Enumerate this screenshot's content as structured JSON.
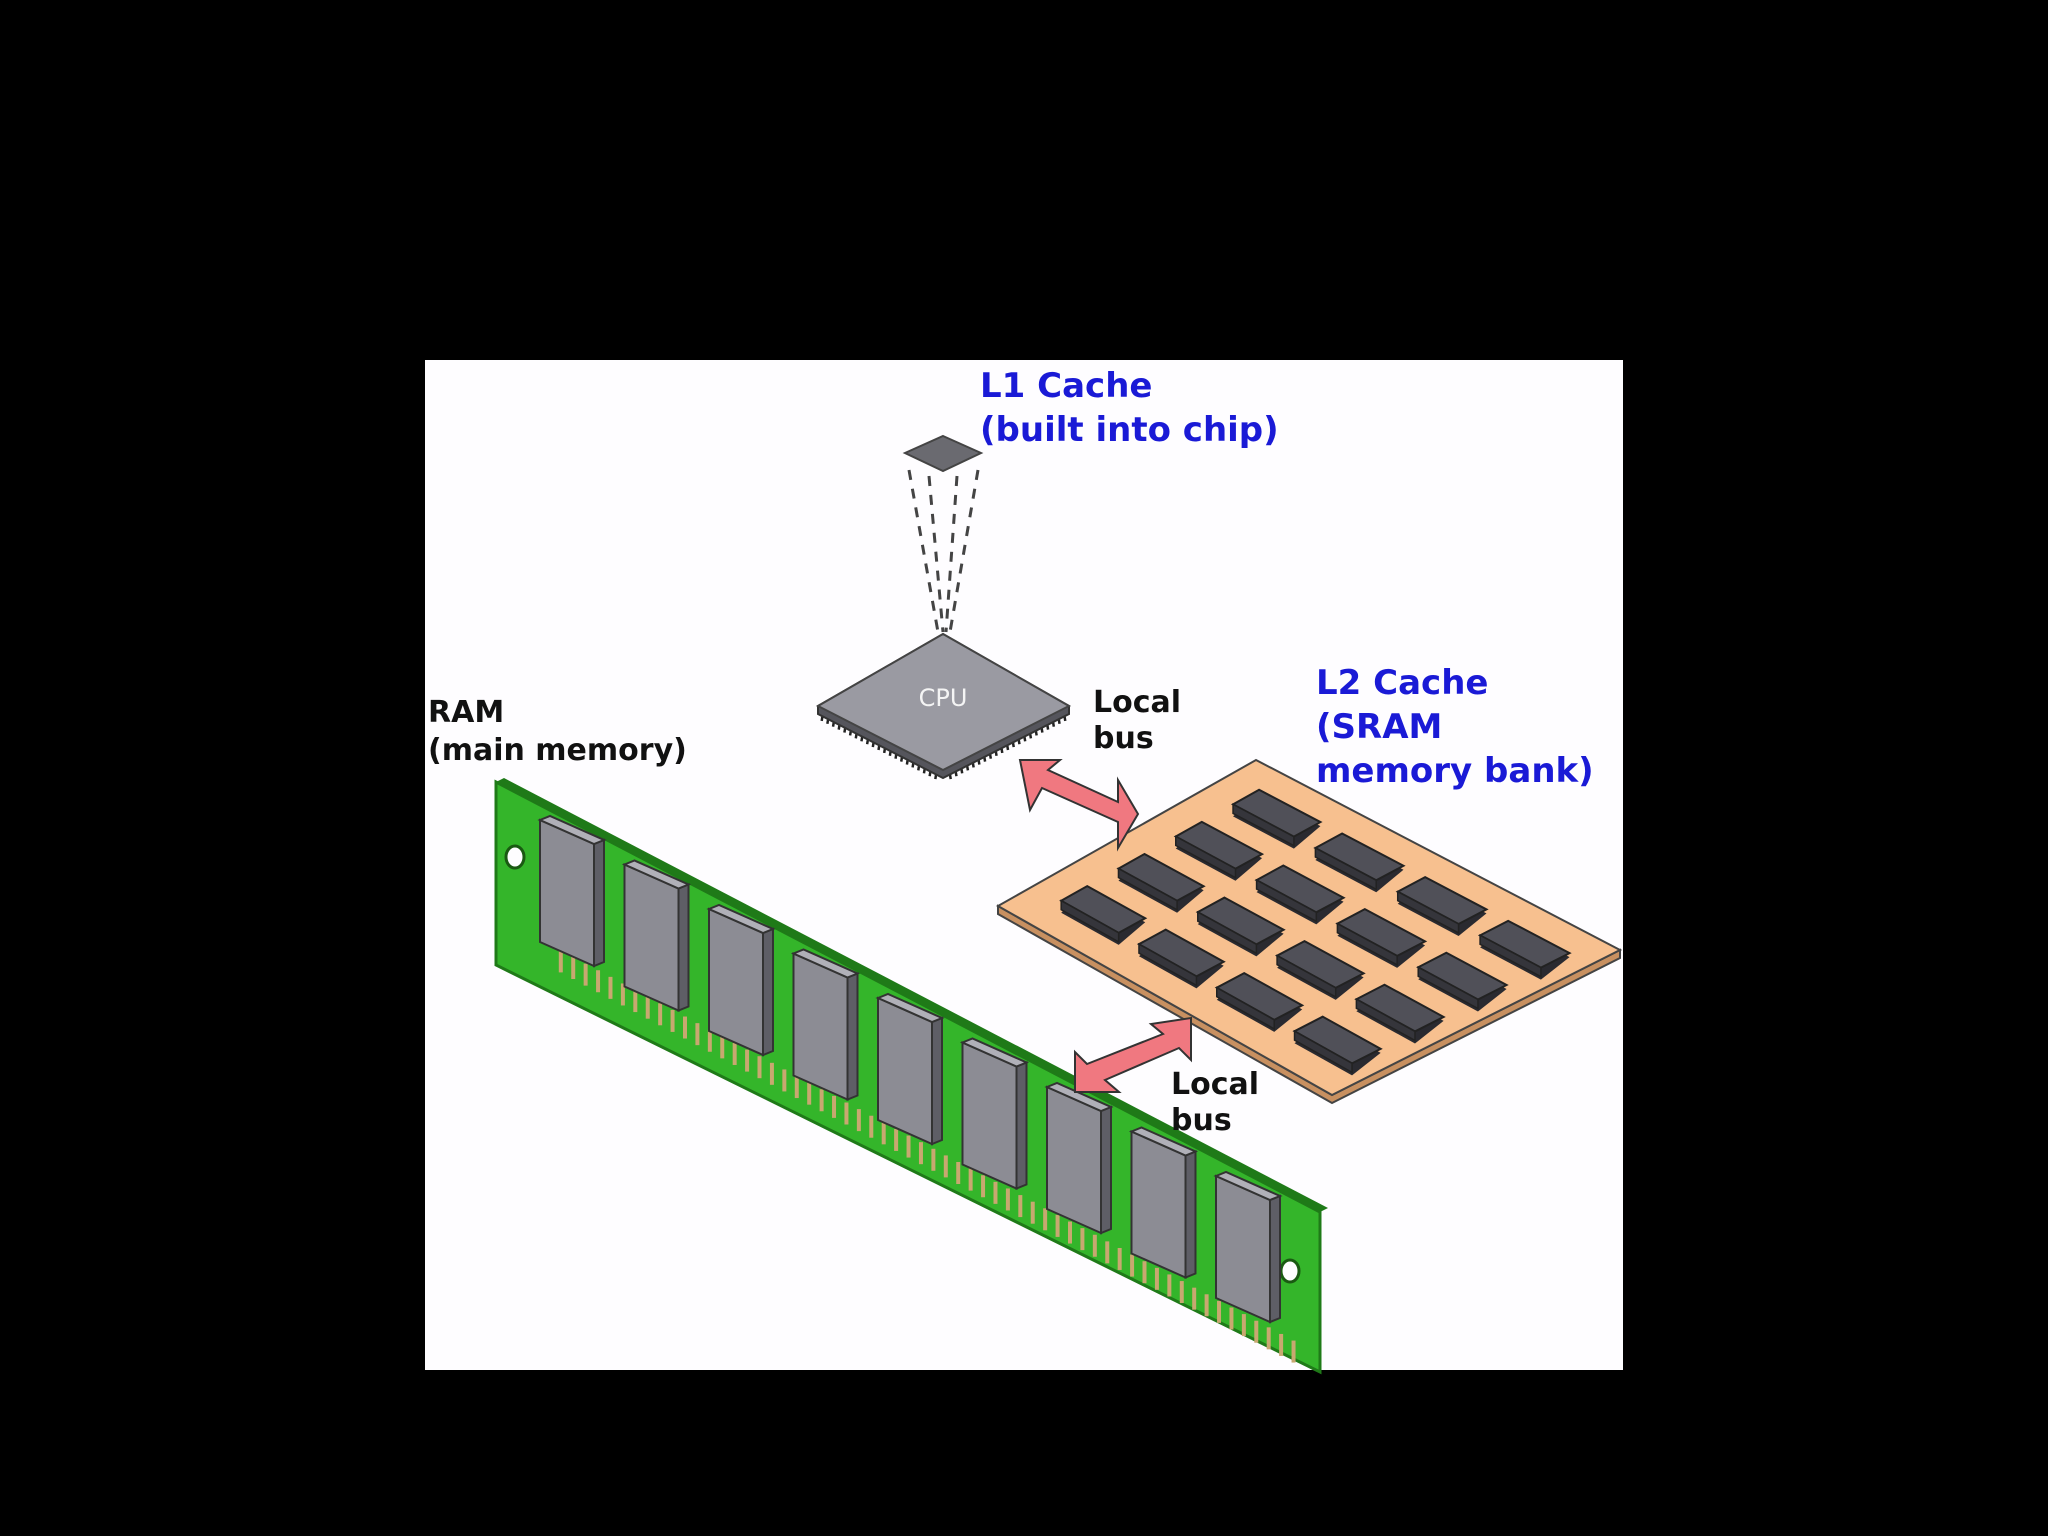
{
  "colors": {
    "background": "#000000",
    "panel": "#fefdff",
    "label_blue": "#1a1ad6",
    "label_black": "#111111",
    "ram_pcb": "#34b52a",
    "ram_pcb_dark": "#1f7a18",
    "chip": "#8c8c94",
    "chip_dark": "#5e5e66",
    "gold": "#c8a870",
    "sram_board": "#f7c08f",
    "sram_chip": "#505058",
    "arrow": "#f07880",
    "cpu": "#9a9aa2"
  },
  "labels": {
    "l1_line1": "L1 Cache",
    "l1_line2": "(built into chip)",
    "cpu": "CPU",
    "ram_line1": "RAM",
    "ram_line2": "(main memory)",
    "l2_line1": "L2 Cache",
    "l2_line2": "(SRAM",
    "l2_line3": "memory bank)",
    "bus_top_line1": "Local",
    "bus_top_line2": "bus",
    "bus_bottom_line1": "Local",
    "bus_bottom_line2": "bus"
  },
  "icons": {
    "l1_cache": "l1-cache-chip-icon",
    "cpu": "cpu-chip-icon",
    "ram": "ram-module-icon",
    "sram": "sram-board-icon",
    "bus": "double-arrow-icon"
  }
}
